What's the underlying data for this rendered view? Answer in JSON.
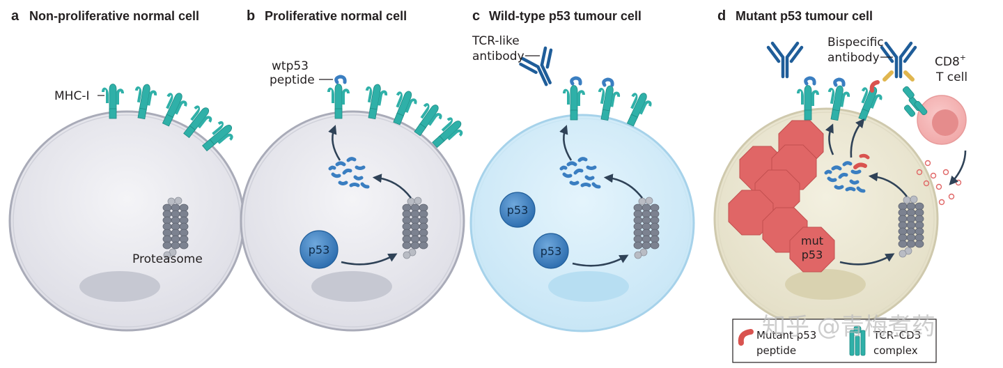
{
  "panels": [
    {
      "letter": "a",
      "title": "Non-proliferative normal cell"
    },
    {
      "letter": "b",
      "title": "Proliferative normal cell"
    },
    {
      "letter": "c",
      "title": "Wild-type p53 tumour cell"
    },
    {
      "letter": "d",
      "title": "Mutant p53 tumour cell"
    }
  ],
  "labels": {
    "mhc": "MHC-I",
    "proteasome": "Proteasome",
    "wtp53_line1": "wtp53",
    "wtp53_line2": "peptide",
    "tcr_line1": "TCR-like",
    "tcr_line2": "antibody",
    "bispecific_line1": "Bispecific",
    "bispecific_line2": "antibody",
    "cd8_line1": "CD8",
    "cd8_sup": "+",
    "cd8_line2": "T cell",
    "p53": "p53",
    "mut_line1": "mut",
    "mut_line2": "p53"
  },
  "legend": {
    "item1_line1": "Mutant p53",
    "item1_line2": "peptide",
    "item2_line1": "TCR–CD3",
    "item2_line2": "complex"
  },
  "watermark": "知乎 @青梅煮药",
  "colors": {
    "mhc_teal": "#2fb0a8",
    "antibody_blue": "#1f5d99",
    "peptide_blue": "#3a7ec1",
    "mutant_red": "#d9534f",
    "cell_grey": "#e9e9ee",
    "cell_blue": "#d4ecf8",
    "cell_beige": "#ece8d4",
    "proteasome_grey": "#7c8290"
  }
}
